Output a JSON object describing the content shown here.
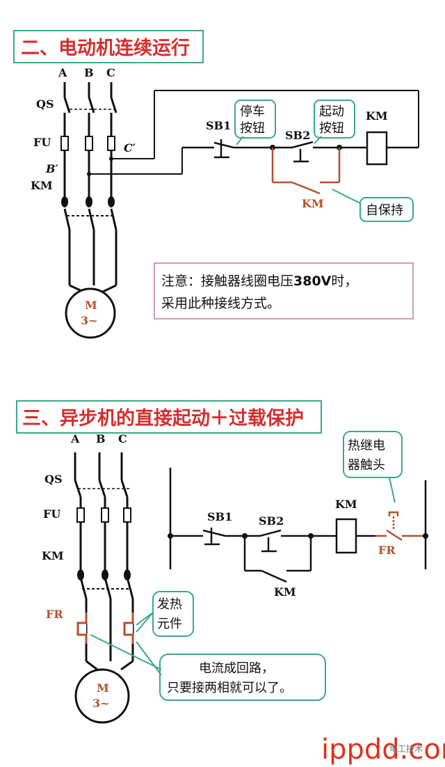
{
  "section2": {
    "title": "二、电动机连续运行",
    "phases": [
      "A",
      "B",
      "C"
    ],
    "labels": {
      "qs": "QS",
      "fu": "FU",
      "km": "KM",
      "c_prime": "C′",
      "b_prime": "B′"
    },
    "motor": {
      "line1": "M",
      "line2": "3~"
    },
    "ctrl": {
      "sb1": "SB1",
      "sb2": "SB2",
      "km_coil": "KM",
      "km_contact": "KM"
    },
    "callouts": {
      "stop_line1": "停车",
      "stop_line2": "按钮",
      "start_line1": "起动",
      "start_line2": "按钮",
      "hold": "自保持"
    },
    "note": {
      "line1": "注意：接触器线圈电压",
      "voltage": "380V",
      "line1_end": "时，",
      "line2": "采用此种接线方式。"
    }
  },
  "section3": {
    "title": "三、异步机的直接起动＋过载保护",
    "phases": [
      "A",
      "B",
      "C"
    ],
    "labels": {
      "qs": "QS",
      "fu": "FU",
      "km": "KM",
      "fr": "FR"
    },
    "motor": {
      "line1": "M",
      "line2": "3~"
    },
    "ctrl": {
      "sb1": "SB1",
      "sb2": "SB2",
      "km_coil": "KM",
      "km_contact": "KM",
      "fr": "FR"
    },
    "callouts": {
      "relay_line1": "热继电",
      "relay_line2": "器触头",
      "heat_line1": "发热",
      "heat_line2": "元件",
      "loop_line1": "电流成回路，",
      "loop_line2": "只要接两相就可以了。"
    }
  },
  "watermark": {
    "text": "ippdd.com",
    "small": "电工技术"
  },
  "colors": {
    "title": "#d32f2f",
    "accent": "#b5502a",
    "callout_border": "#3aa88a",
    "note_border": "#c47a9a"
  }
}
